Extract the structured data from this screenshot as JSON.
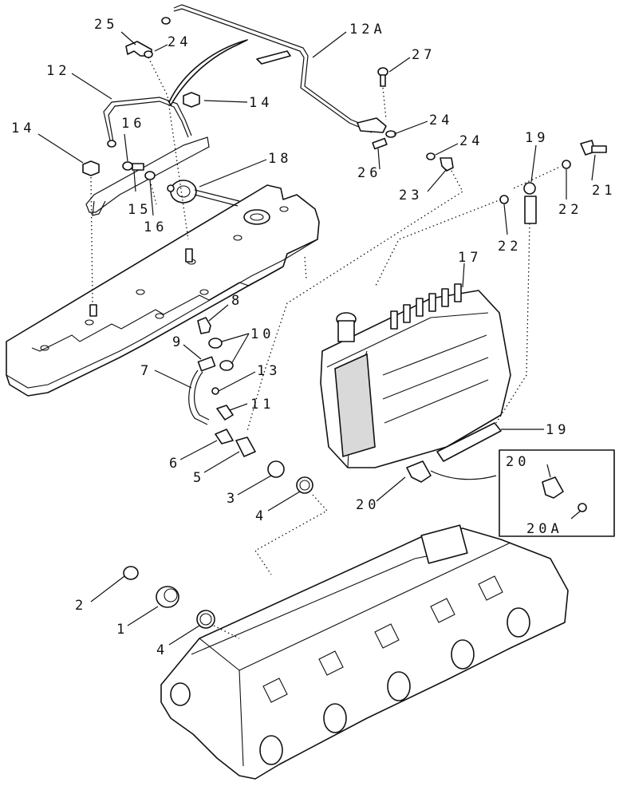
{
  "diagram": {
    "callouts": [
      {
        "id": "c25",
        "text": "25"
      },
      {
        "id": "c24a",
        "text": "24"
      },
      {
        "id": "c12A",
        "text": "12A"
      },
      {
        "id": "c27",
        "text": "27"
      },
      {
        "id": "c12",
        "text": "12"
      },
      {
        "id": "c14a",
        "text": "14"
      },
      {
        "id": "c14b",
        "text": "14"
      },
      {
        "id": "c16a",
        "text": "16"
      },
      {
        "id": "c18",
        "text": "18"
      },
      {
        "id": "c15",
        "text": "15"
      },
      {
        "id": "c16b",
        "text": "16"
      },
      {
        "id": "c24b",
        "text": "24"
      },
      {
        "id": "c24c",
        "text": "24"
      },
      {
        "id": "c19a",
        "text": "19"
      },
      {
        "id": "c26",
        "text": "26"
      },
      {
        "id": "c23",
        "text": "23"
      },
      {
        "id": "c21",
        "text": "21"
      },
      {
        "id": "c22a",
        "text": "22"
      },
      {
        "id": "c22b",
        "text": "22"
      },
      {
        "id": "c17",
        "text": "17"
      },
      {
        "id": "c8",
        "text": "8"
      },
      {
        "id": "c10",
        "text": "10"
      },
      {
        "id": "c9",
        "text": "9"
      },
      {
        "id": "c7",
        "text": "7"
      },
      {
        "id": "c13",
        "text": "13"
      },
      {
        "id": "c11",
        "text": "11"
      },
      {
        "id": "c19b",
        "text": "19"
      },
      {
        "id": "c6",
        "text": "6"
      },
      {
        "id": "c5",
        "text": "5"
      },
      {
        "id": "c3",
        "text": "3"
      },
      {
        "id": "c4a",
        "text": "4"
      },
      {
        "id": "c20a",
        "text": "20"
      },
      {
        "id": "c20b",
        "text": "20"
      },
      {
        "id": "c20A",
        "text": "20A"
      },
      {
        "id": "c2",
        "text": "2"
      },
      {
        "id": "c1",
        "text": "1"
      },
      {
        "id": "c4b",
        "text": "4"
      }
    ]
  }
}
